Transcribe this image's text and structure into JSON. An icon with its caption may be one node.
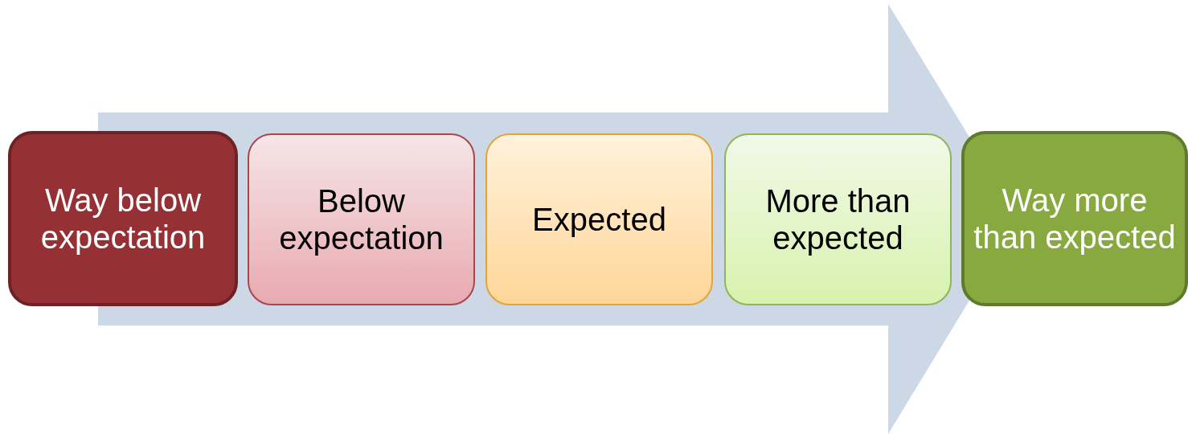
{
  "diagram": {
    "nodes": [
      {
        "text": [
          "Way below expectation"
        ]
      },
      {
        "text": [
          "Below expectation"
        ]
      },
      {
        "text": [
          "Expected"
        ]
      },
      {
        "text": [
          "More than expected"
        ]
      },
      {
        "text": [
          "Way more than expected"
        ]
      }
    ]
  }
}
